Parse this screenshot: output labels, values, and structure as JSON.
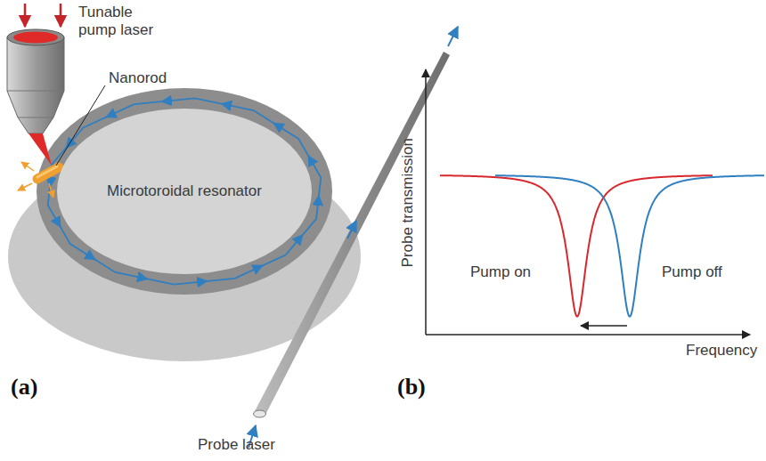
{
  "diagram": {
    "nodes": [
      {
        "text": [
          "Microtoroidal resonator"
        ]
      }
    ],
    "labels": [
      "Tunable pump laser",
      "Nanorod",
      "Probe laser",
      "(a)",
      "(b)",
      "Probe transmission",
      "Frequency",
      "Pump on",
      "Pump off"
    ]
  }
}
